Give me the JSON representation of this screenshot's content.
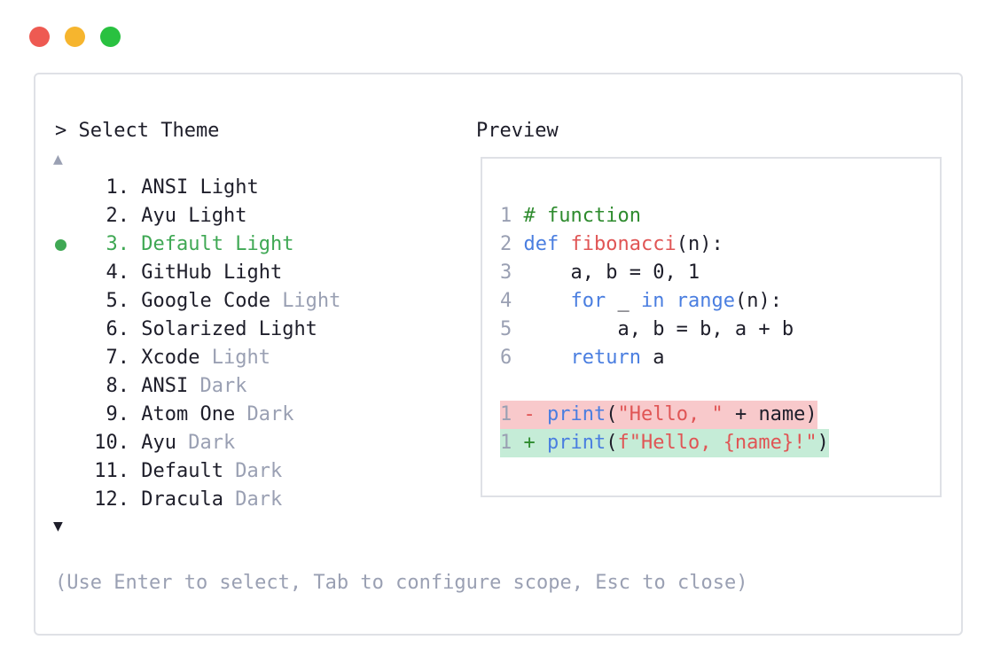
{
  "window": {
    "controls": [
      {
        "name": "close",
        "color": "#ee5a52"
      },
      {
        "name": "minimize",
        "color": "#f6b52e"
      },
      {
        "name": "maximize",
        "color": "#29c140"
      }
    ]
  },
  "theme_selector": {
    "title": "> Select Theme",
    "scroll_up": "▲",
    "scroll_down": "▼",
    "items": [
      {
        "num": "1.",
        "name": "ANSI",
        "variant": "Light",
        "variant_muted": false
      },
      {
        "num": "2.",
        "name": "Ayu",
        "variant": "Light",
        "variant_muted": false
      },
      {
        "num": "3.",
        "name": "Default",
        "variant": "Light",
        "variant_muted": false,
        "selected": true
      },
      {
        "num": "4.",
        "name": "GitHub",
        "variant": "Light",
        "variant_muted": false
      },
      {
        "num": "5.",
        "name": "Google Code",
        "variant": "Light",
        "variant_muted": true
      },
      {
        "num": "6.",
        "name": "Solarized",
        "variant": "Light",
        "variant_muted": false
      },
      {
        "num": "7.",
        "name": "Xcode",
        "variant": "Light",
        "variant_muted": true
      },
      {
        "num": "8.",
        "name": "ANSI",
        "variant": "Dark",
        "variant_muted": true
      },
      {
        "num": "9.",
        "name": "Atom One",
        "variant": "Dark",
        "variant_muted": true
      },
      {
        "num": "10.",
        "name": "Ayu",
        "variant": "Dark",
        "variant_muted": true
      },
      {
        "num": "11.",
        "name": "Default",
        "variant": "Dark",
        "variant_muted": true
      },
      {
        "num": "12.",
        "name": "Dracula",
        "variant": "Dark",
        "variant_muted": true
      }
    ],
    "colors": {
      "selected": "#3fa854",
      "muted": "#9aa0b3",
      "text": "#1e1e2a"
    }
  },
  "preview": {
    "title": "Preview",
    "colors": {
      "comment": "#2e8b2e",
      "keyword": "#4a7ee0",
      "function": "#e05555",
      "string": "#e05555",
      "default": "#1e1e2a"
    },
    "lines": [
      {
        "ln": "1",
        "tokens": [
          {
            "t": "# function",
            "c": "comment"
          }
        ]
      },
      {
        "ln": "2",
        "tokens": [
          {
            "t": "def ",
            "c": "keyword"
          },
          {
            "t": "fibonacci",
            "c": "function"
          },
          {
            "t": "(n):",
            "c": "default"
          }
        ]
      },
      {
        "ln": "3",
        "tokens": [
          {
            "t": "    a, b = 0, 1",
            "c": "default"
          }
        ]
      },
      {
        "ln": "4",
        "tokens": [
          {
            "t": "    ",
            "c": "default"
          },
          {
            "t": "for",
            "c": "keyword"
          },
          {
            "t": " _ ",
            "c": "default"
          },
          {
            "t": "in",
            "c": "keyword"
          },
          {
            "t": " ",
            "c": "default"
          },
          {
            "t": "range",
            "c": "keyword"
          },
          {
            "t": "(n):",
            "c": "default"
          }
        ]
      },
      {
        "ln": "5",
        "tokens": [
          {
            "t": "        a, b = b, a + b",
            "c": "default"
          }
        ]
      },
      {
        "ln": "6",
        "tokens": [
          {
            "t": "    ",
            "c": "default"
          },
          {
            "t": "return",
            "c": "keyword"
          },
          {
            "t": " a",
            "c": "default"
          }
        ]
      }
    ],
    "diff": [
      {
        "type": "del",
        "ln": "1",
        "sign": "-",
        "tokens": [
          {
            "t": "print",
            "c": "keyword"
          },
          {
            "t": "(",
            "c": "default"
          },
          {
            "t": "\"Hello, \"",
            "c": "string"
          },
          {
            "t": " + name)",
            "c": "default"
          }
        ]
      },
      {
        "type": "add",
        "ln": "1",
        "sign": "+",
        "tokens": [
          {
            "t": "print",
            "c": "keyword"
          },
          {
            "t": "(",
            "c": "default"
          },
          {
            "t": "f\"Hello, {name}!\"",
            "c": "string"
          },
          {
            "t": ")",
            "c": "default"
          }
        ]
      }
    ]
  },
  "footer": {
    "hint": "(Use Enter to select, Tab to configure scope, Esc to close)"
  }
}
